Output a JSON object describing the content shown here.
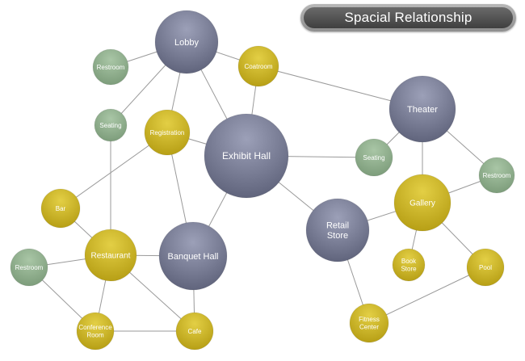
{
  "title": "Spacial Relationship",
  "colors": {
    "slate": "#6f738c",
    "gold": "#c9b225",
    "sage": "#8fae8d",
    "edge": "#9a9a9a",
    "title_bg": "#4e4e4e"
  },
  "nodes": [
    {
      "id": "lobby",
      "label": "Lobby",
      "kind": "slate"
    },
    {
      "id": "restroom-top",
      "label": "Restroom",
      "kind": "sage"
    },
    {
      "id": "coatroom",
      "label": "Coatroom",
      "kind": "gold"
    },
    {
      "id": "seating-left",
      "label": "Seating",
      "kind": "sage"
    },
    {
      "id": "registration",
      "label": "Registration",
      "kind": "gold"
    },
    {
      "id": "exhibit-hall",
      "label": "Exhibit Hall",
      "kind": "slate"
    },
    {
      "id": "theater",
      "label": "Theater",
      "kind": "slate"
    },
    {
      "id": "seating-right",
      "label": "Seating",
      "kind": "sage"
    },
    {
      "id": "restroom-right",
      "label": "Restroom",
      "kind": "sage"
    },
    {
      "id": "gallery",
      "label": "Gallery",
      "kind": "gold"
    },
    {
      "id": "retail-store",
      "label": "Retail Store",
      "kind": "slate"
    },
    {
      "id": "bar",
      "label": "Bar",
      "kind": "gold"
    },
    {
      "id": "restaurant",
      "label": "Restaurant",
      "kind": "gold"
    },
    {
      "id": "banquet-hall",
      "label": "Banquet Hall",
      "kind": "slate"
    },
    {
      "id": "restroom-left",
      "label": "Restroom",
      "kind": "sage"
    },
    {
      "id": "book-store",
      "label": "Book Store",
      "kind": "gold"
    },
    {
      "id": "pool",
      "label": "Pool",
      "kind": "gold"
    },
    {
      "id": "conference-room",
      "label": "Conference Room",
      "kind": "gold"
    },
    {
      "id": "cafe",
      "label": "Cafe",
      "kind": "gold"
    },
    {
      "id": "fitness-center",
      "label": "Fitness Center",
      "kind": "gold"
    }
  ],
  "edges": [
    [
      "lobby",
      "restroom-top"
    ],
    [
      "lobby",
      "seating-left"
    ],
    [
      "lobby",
      "registration"
    ],
    [
      "lobby",
      "exhibit-hall"
    ],
    [
      "lobby",
      "coatroom"
    ],
    [
      "coatroom",
      "exhibit-hall"
    ],
    [
      "coatroom",
      "theater"
    ],
    [
      "registration",
      "exhibit-hall"
    ],
    [
      "registration",
      "bar"
    ],
    [
      "registration",
      "banquet-hall"
    ],
    [
      "seating-left",
      "restaurant"
    ],
    [
      "exhibit-hall",
      "seating-right"
    ],
    [
      "exhibit-hall",
      "retail-store"
    ],
    [
      "exhibit-hall",
      "banquet-hall"
    ],
    [
      "theater",
      "gallery"
    ],
    [
      "theater",
      "restroom-right"
    ],
    [
      "theater",
      "seating-right"
    ],
    [
      "gallery",
      "restroom-right"
    ],
    [
      "gallery",
      "retail-store"
    ],
    [
      "gallery",
      "book-store"
    ],
    [
      "gallery",
      "pool"
    ],
    [
      "retail-store",
      "fitness-center"
    ],
    [
      "pool",
      "fitness-center"
    ],
    [
      "bar",
      "restaurant"
    ],
    [
      "restaurant",
      "restroom-left"
    ],
    [
      "restaurant",
      "banquet-hall"
    ],
    [
      "restaurant",
      "conference-room"
    ],
    [
      "restaurant",
      "cafe"
    ],
    [
      "restroom-left",
      "conference-room"
    ],
    [
      "conference-room",
      "cafe"
    ],
    [
      "banquet-hall",
      "cafe"
    ]
  ]
}
